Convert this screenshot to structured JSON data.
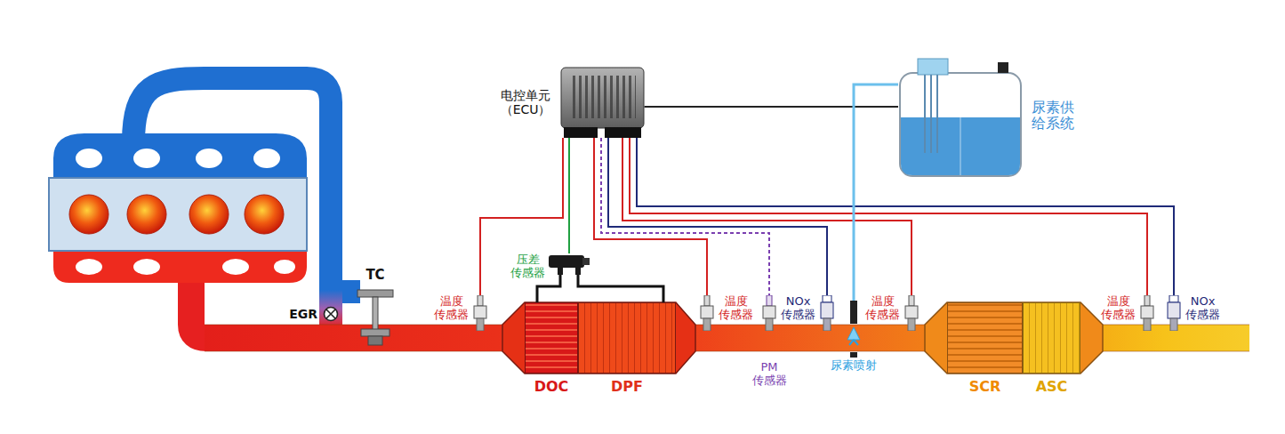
{
  "diagram": {
    "nodes": [
      {
        "text": [
          "电控单元 （ECU）"
        ]
      },
      {
        "text": [
          "尿素供 给系统"
        ]
      },
      {
        "text": [
          "DOC"
        ]
      },
      {
        "text": [
          "DPF"
        ]
      },
      {
        "text": [
          "SCR"
        ]
      },
      {
        "text": [
          "ASC"
        ]
      },
      {
        "text": [
          "压差 传感器"
        ]
      },
      {
        "text": [
          "温度 传感器"
        ]
      },
      {
        "text": [
          "温度 传感器"
        ]
      },
      {
        "text": [
          "NOx 传感器"
        ]
      },
      {
        "text": [
          "PM 传感器"
        ]
      },
      {
        "text": [
          "温度 传感器"
        ]
      },
      {
        "text": [
          "尿素喷射"
        ]
      },
      {
        "text": [
          "温度 传感器"
        ]
      },
      {
        "text": [
          "NOx 传感器"
        ]
      },
      {
        "text": [
          "TC"
        ]
      },
      {
        "text": [
          "EGR"
        ]
      }
    ],
    "edges": [
      {
        "from": 0,
        "to": 7,
        "arrow": "none"
      },
      {
        "from": 0,
        "to": 6,
        "arrow": "none"
      },
      {
        "from": 0,
        "to": 8,
        "arrow": "none"
      },
      {
        "from": 0,
        "to": 10,
        "arrow": "none"
      },
      {
        "from": 0,
        "to": 9,
        "arrow": "none"
      },
      {
        "from": 0,
        "to": 11,
        "arrow": "none"
      },
      {
        "from": 0,
        "to": 13,
        "arrow": "none"
      },
      {
        "from": 0,
        "to": 14,
        "arrow": "none"
      },
      {
        "from": 0,
        "to": 1,
        "arrow": "none"
      },
      {
        "from": 1,
        "to": 12,
        "arrow": "none"
      },
      {
        "from": 6,
        "to": 2,
        "arrow": "none"
      },
      {
        "from": 6,
        "to": 3,
        "arrow": "none"
      }
    ]
  }
}
